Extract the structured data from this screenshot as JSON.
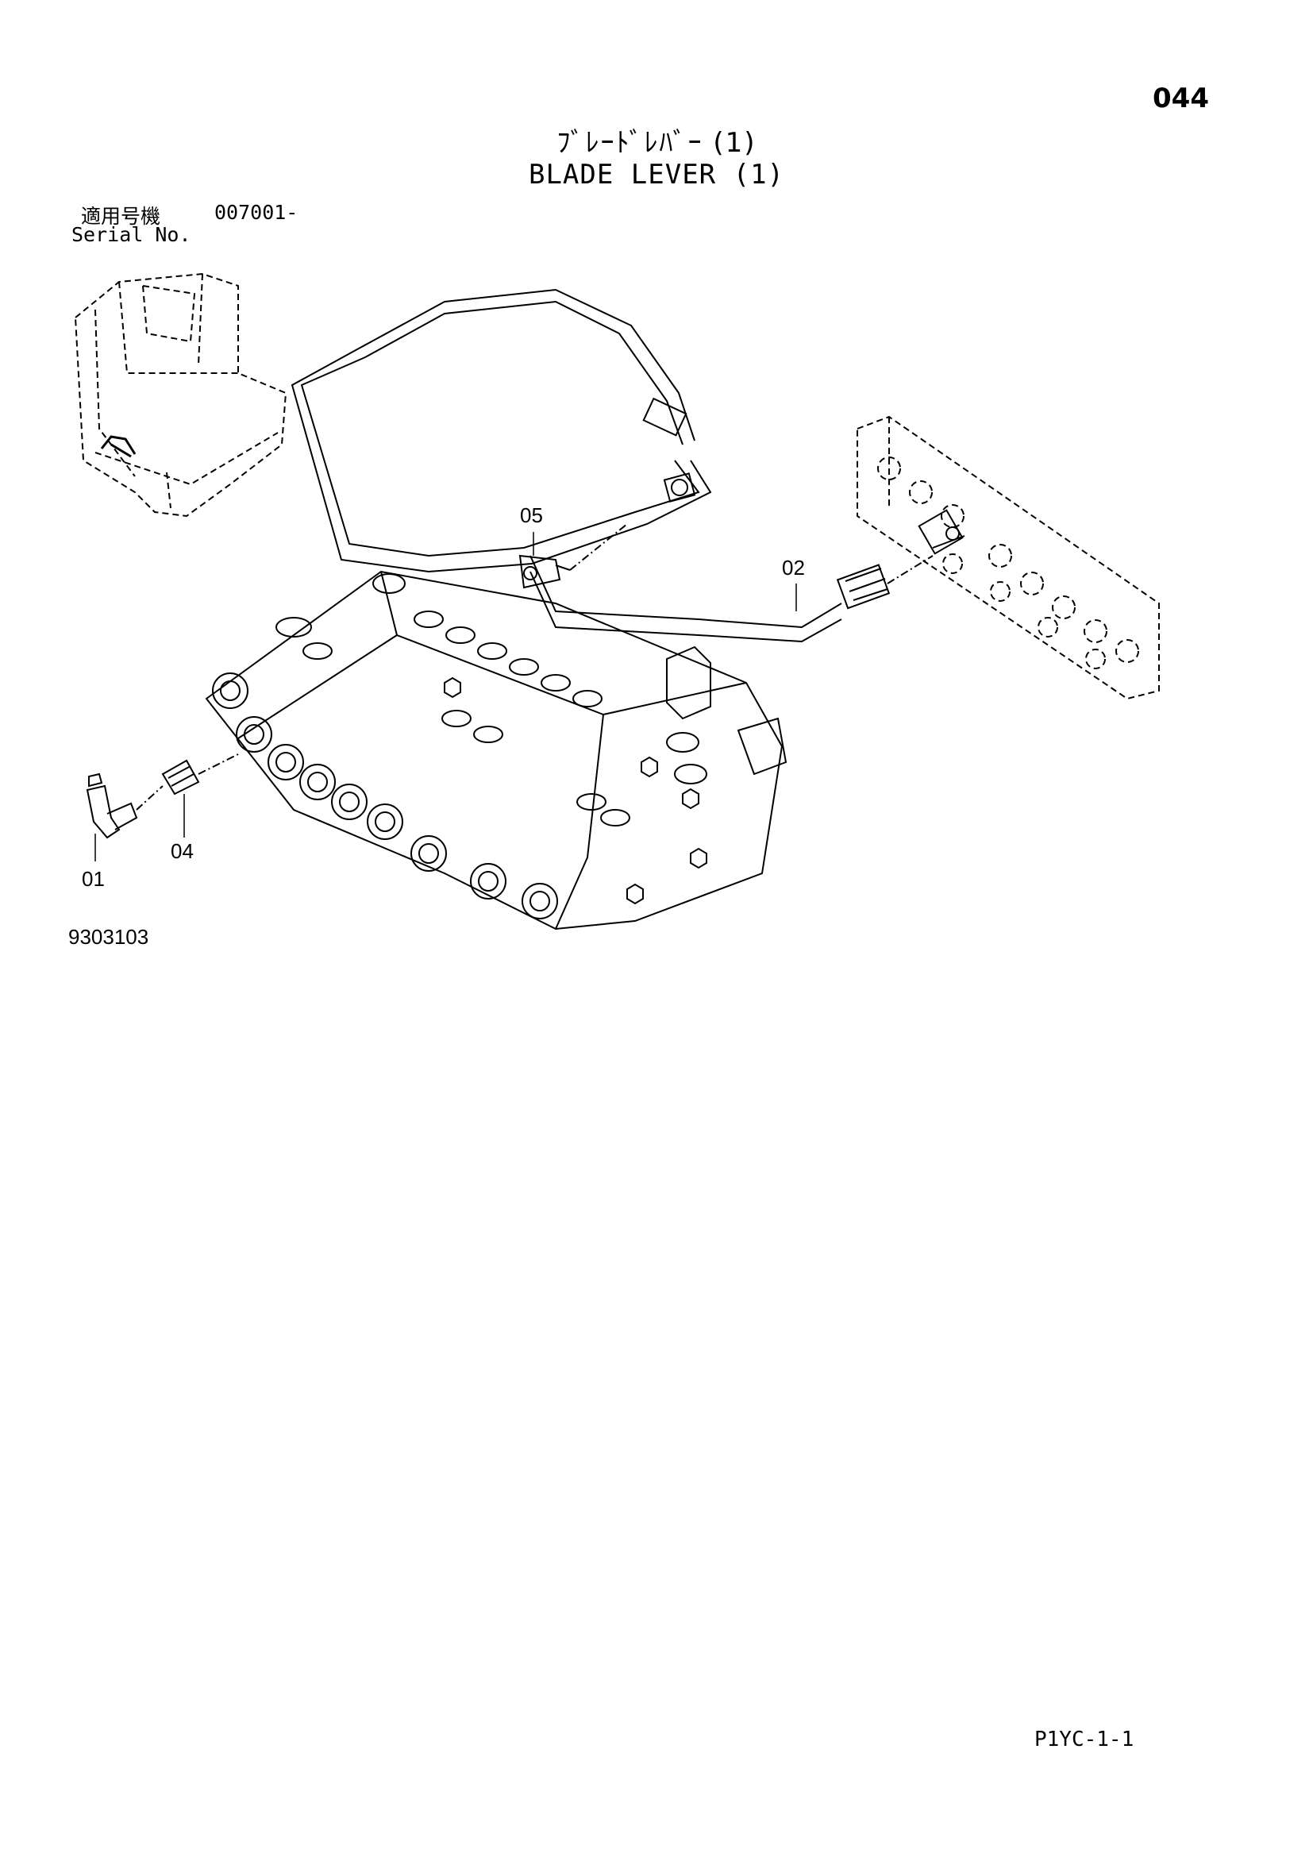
{
  "header": {
    "page_number": "044",
    "title_jp": "ﾌﾞﾚｰﾄﾞﾚﾊﾞｰ (1)",
    "title_en": "BLADE LEVER (1)"
  },
  "serial": {
    "label_jp": "適用号機",
    "value": "007001-",
    "label_en": "Serial No."
  },
  "callouts": [
    "05",
    "02",
    "04",
    "01"
  ],
  "figure_number": "9303103",
  "footer": "P1YC-1-1"
}
